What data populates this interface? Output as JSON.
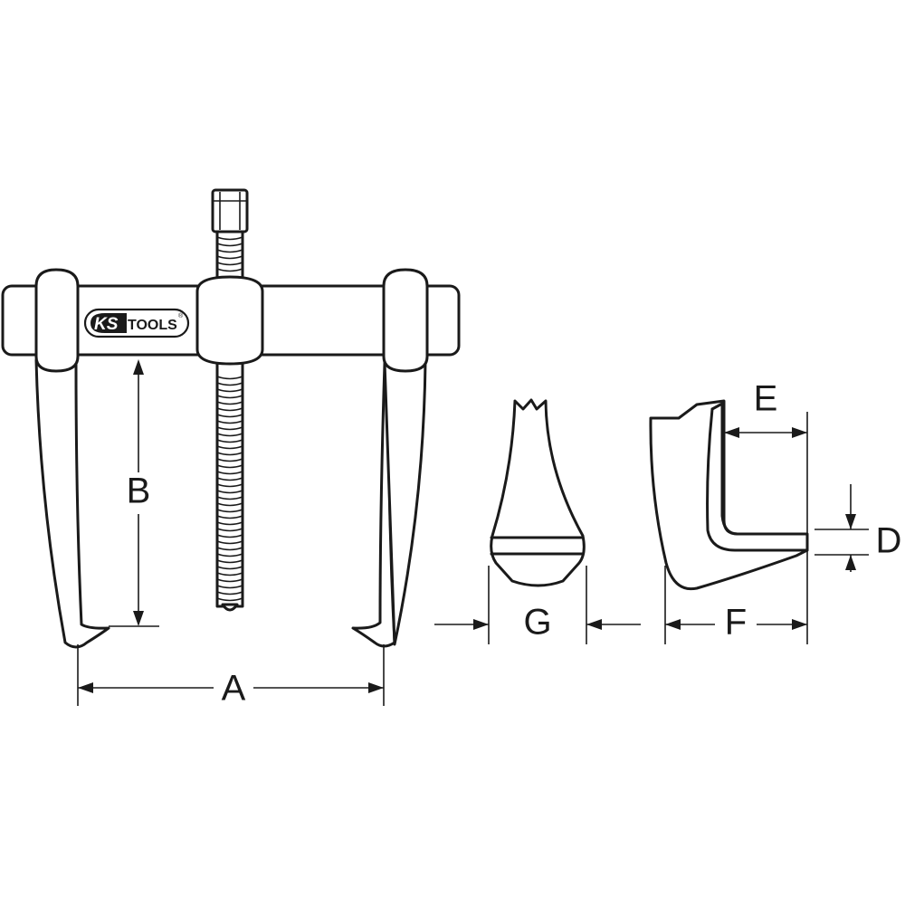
{
  "logo": {
    "brand_ks": "KS",
    "brand_tools": "TOOLS",
    "registered": "®"
  },
  "dimensions": {
    "A": "A",
    "B": "B",
    "D": "D",
    "E": "E",
    "F": "F",
    "G": "G"
  },
  "colors": {
    "line": "#1a1a1a",
    "background": "#ffffff"
  }
}
